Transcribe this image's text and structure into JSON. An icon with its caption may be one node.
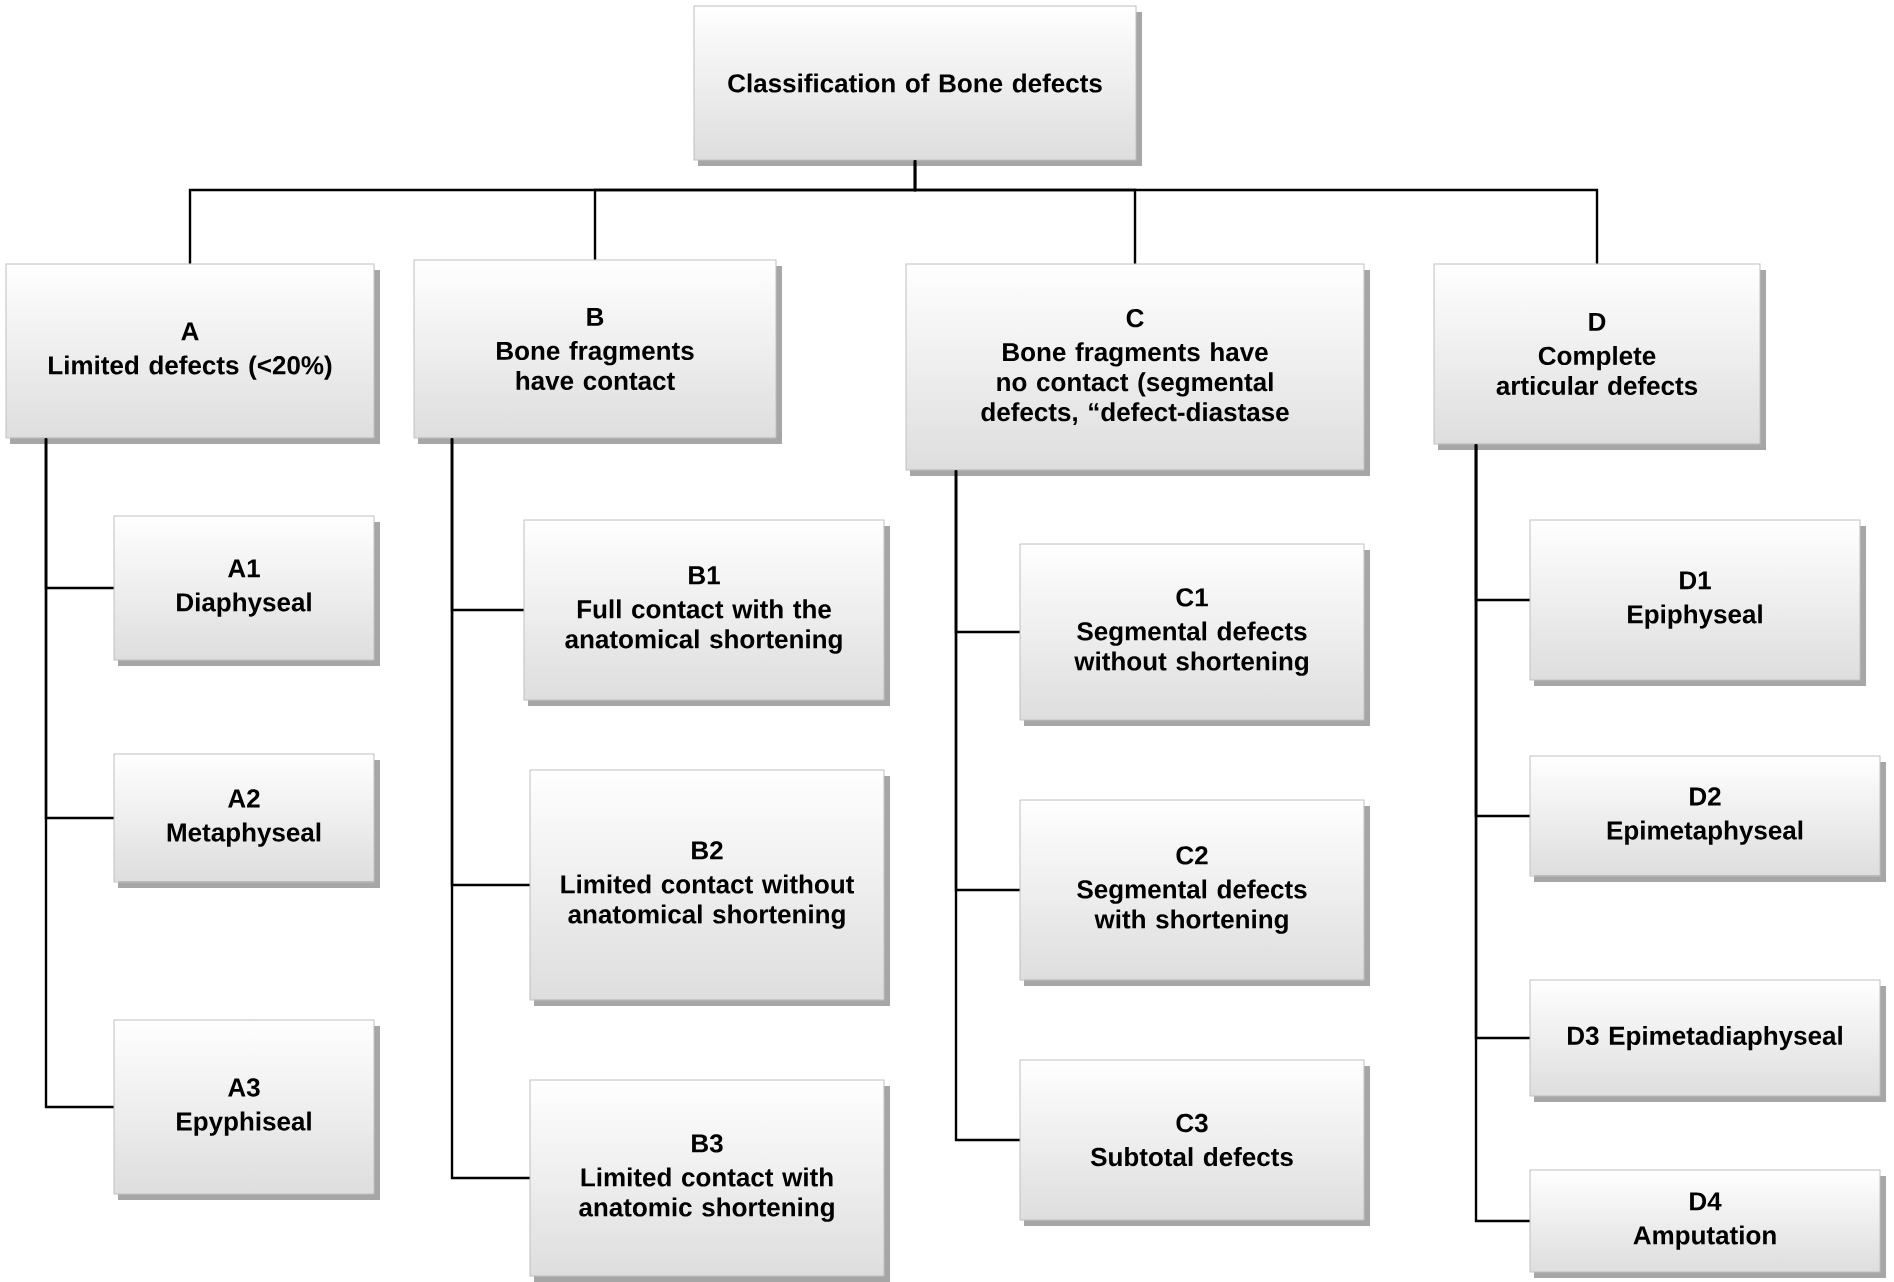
{
  "diagram": {
    "nodes": [
      {
        "text": [
          "Classification of Bone defects"
        ]
      },
      {
        "text": [
          "A",
          "Limited defects (<20%)"
        ]
      },
      {
        "text": [
          "B",
          "Bone fragments have contact"
        ]
      },
      {
        "text": [
          "C",
          "Bone fragments have no contact (segmental defects, “defect-diastase"
        ]
      },
      {
        "text": [
          "D",
          "Complete articular defects"
        ]
      },
      {
        "text": [
          "A1",
          "Diaphyseal"
        ]
      },
      {
        "text": [
          "A2",
          "Metaphyseal"
        ]
      },
      {
        "text": [
          "A3",
          "Epyphiseal"
        ]
      },
      {
        "text": [
          "B1",
          "Full contact with the anatomical shortening"
        ]
      },
      {
        "text": [
          "B2",
          "Limited contact without anatomical shortening"
        ]
      },
      {
        "text": [
          "B3",
          "Limited contact with anatomic shortening"
        ]
      },
      {
        "text": [
          "C1",
          "Segmental defects without shortening"
        ]
      },
      {
        "text": [
          "C2",
          "Segmental defects with shortening"
        ]
      },
      {
        "text": [
          "C3",
          "Subtotal defects"
        ]
      },
      {
        "text": [
          "D1",
          "Epiphyseal"
        ]
      },
      {
        "text": [
          "D2",
          "Epimetaphyseal"
        ]
      },
      {
        "text": [
          "D3 Epimetadiaphyseal"
        ]
      },
      {
        "text": [
          "D4",
          "Amputation"
        ]
      }
    ],
    "edges": [
      {
        "from": 0,
        "to": 1,
        "arrow": "none"
      },
      {
        "from": 0,
        "to": 2,
        "arrow": "none"
      },
      {
        "from": 0,
        "to": 3,
        "arrow": "none"
      },
      {
        "from": 0,
        "to": 4,
        "arrow": "none"
      },
      {
        "from": 1,
        "to": 5,
        "arrow": "none"
      },
      {
        "from": 1,
        "to": 6,
        "arrow": "none"
      },
      {
        "from": 1,
        "to": 7,
        "arrow": "none"
      },
      {
        "from": 2,
        "to": 8,
        "arrow": "none"
      },
      {
        "from": 2,
        "to": 9,
        "arrow": "none"
      },
      {
        "from": 2,
        "to": 10,
        "arrow": "none"
      },
      {
        "from": 3,
        "to": 11,
        "arrow": "none"
      },
      {
        "from": 3,
        "to": 12,
        "arrow": "none"
      },
      {
        "from": 3,
        "to": 13,
        "arrow": "none"
      },
      {
        "from": 4,
        "to": 14,
        "arrow": "none"
      },
      {
        "from": 4,
        "to": 15,
        "arrow": "none"
      },
      {
        "from": 4,
        "to": 16,
        "arrow": "none"
      },
      {
        "from": 4,
        "to": 17,
        "arrow": "none"
      }
    ]
  }
}
